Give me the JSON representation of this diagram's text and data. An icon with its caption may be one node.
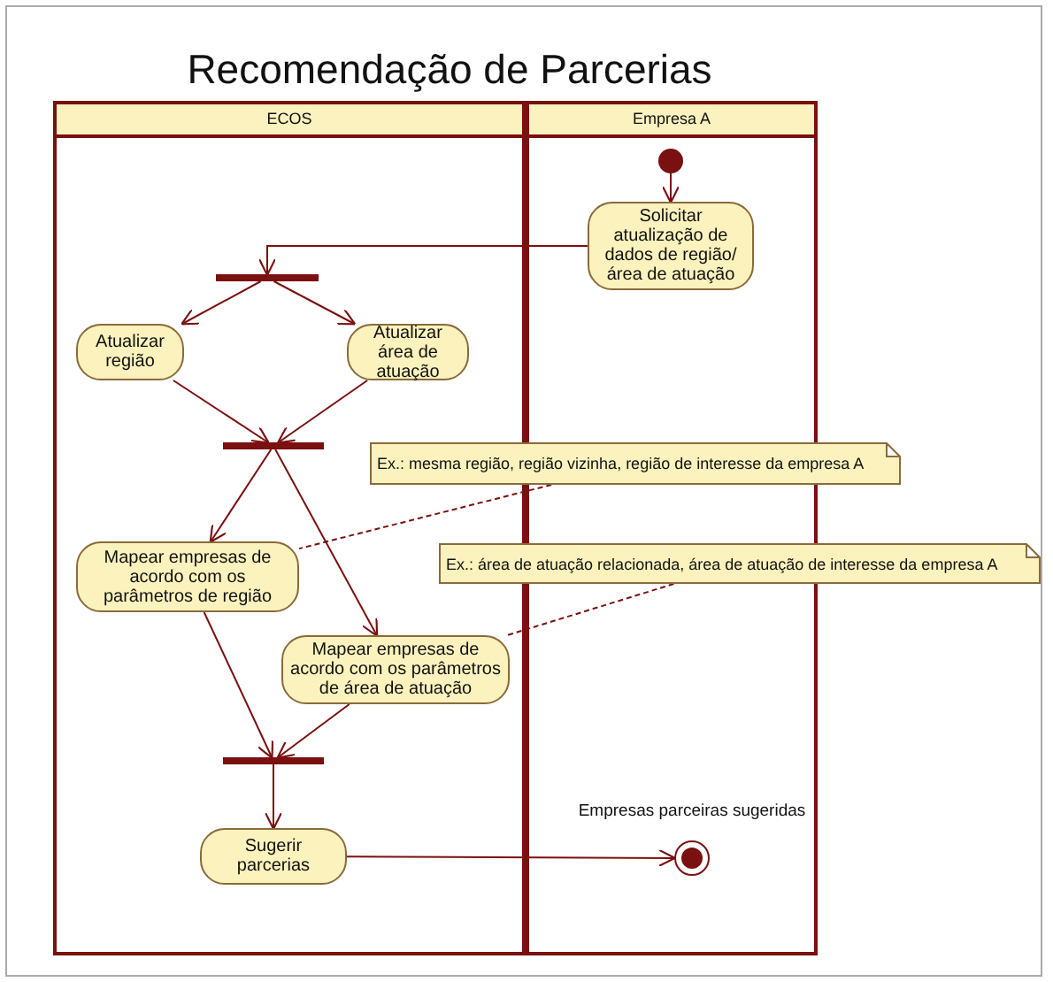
{
  "diagram": {
    "title": "Recomendação de Parcerias",
    "nodes": [
      {
        "text": [
          "ECOS"
        ]
      },
      {
        "text": [
          "Empresa A"
        ]
      },
      {
        "text": [],
        "shape": "circle",
        "in": 1
      },
      {
        "text": [
          "Solicitar atualização de dados de região/área de atuação"
        ],
        "in": 1
      },
      {
        "text": [],
        "shape": "bar",
        "in": 0
      },
      {
        "text": [
          "Atualizar região"
        ],
        "in": 0
      },
      {
        "text": [
          "Atualizar área de atuação"
        ],
        "in": 0
      },
      {
        "text": [],
        "shape": "bar",
        "in": 0
      },
      {
        "text": [
          "Ex.: mesma região, região vizinha, região de interesse da empresa A"
        ]
      },
      {
        "text": [
          "Mapear empresas de acordo com os parâmetros de região"
        ],
        "in": 0
      },
      {
        "text": [
          "Ex.: área de atuação relacionada, área de atuação de interesse da empresa A"
        ]
      },
      {
        "text": [
          "Mapear empresas de acordo com os parâmetros de área de atuação"
        ],
        "in": 0
      },
      {
        "text": [],
        "shape": "bar",
        "in": 0
      },
      {
        "text": [
          "Sugerir parcerias"
        ],
        "in": 0
      },
      {
        "text": [],
        "shape": "circle",
        "beside": [
          "Empresas parceiras sugeridas"
        ],
        "in": 1
      }
    ],
    "edges": [
      {
        "from": 2,
        "to": 3,
        "arrow": "to"
      },
      {
        "from": 3,
        "to": 4,
        "arrow": "to"
      },
      {
        "from": 4,
        "to": 5,
        "arrow": "to"
      },
      {
        "from": 4,
        "to": 6,
        "arrow": "to"
      },
      {
        "from": 5,
        "to": 7,
        "arrow": "to"
      },
      {
        "from": 6,
        "to": 7,
        "arrow": "to"
      },
      {
        "from": 7,
        "to": 9,
        "arrow": "to"
      },
      {
        "from": 7,
        "to": 11,
        "arrow": "to"
      },
      {
        "from": 8,
        "to": 9,
        "arrow": "none",
        "style": "dashed"
      },
      {
        "from": 10,
        "to": 11,
        "arrow": "none",
        "style": "dashed"
      },
      {
        "from": 9,
        "to": 12,
        "arrow": "to"
      },
      {
        "from": 11,
        "to": 12,
        "arrow": "to"
      },
      {
        "from": 12,
        "to": 13,
        "arrow": "to"
      },
      {
        "from": 13,
        "to": 14,
        "arrow": "to"
      }
    ]
  }
}
